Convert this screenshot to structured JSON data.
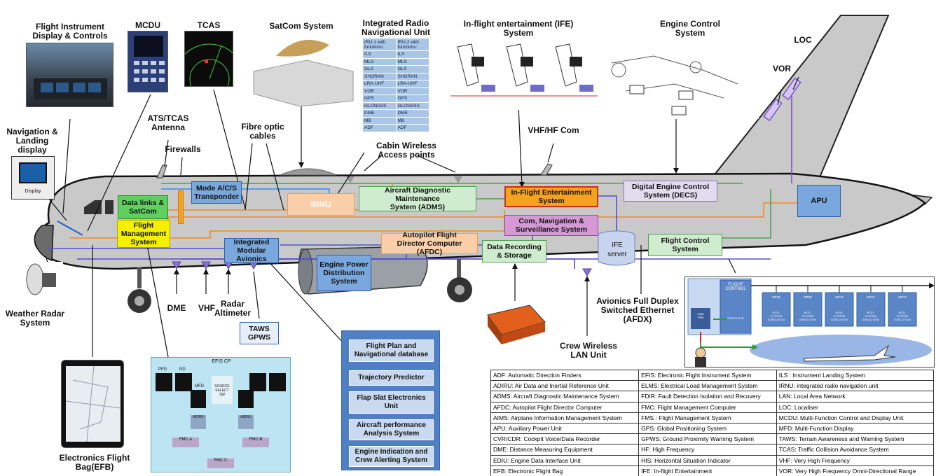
{
  "labels": {
    "fid": "Flight Instrument\nDisplay & Controls",
    "mcdu": "MCDU",
    "tcas": "TCAS",
    "satcom": "SatCom System",
    "irnu_title": "Integrated Radio\nNavigational Unit",
    "ife_title": "In-flight entertainment (IFE)\nSystem",
    "ecs_title": "Engine Control\nSystem",
    "loc": "LOC",
    "vor": "VOR",
    "ats_tcas": "ATS/TCAS\nAntenna",
    "nav_landing": "Navigation &\nLanding\ndisplay",
    "display_caption": "Display",
    "firewalls": "Firewalls",
    "fibre": "Fibre optic\ncables",
    "cabin_wireless": "Cabin Wireless\nAccess points",
    "vhf_hf_com": "VHF/HF Com",
    "weather_radar": "Weather Radar\nSystem",
    "dme": "DME",
    "vhf": "VHF",
    "radar_alt": "Radar\nAltimeter",
    "taws": "TAWS\nGPWS",
    "afdx": "Avionics Full Duplex\nSwitched Ethernet\n(AFDX)",
    "crew_wlan": "Crew Wireless\nLAN Unit",
    "efb": "Electronics Flight\nBag(EFB)",
    "ife_server": "IFE\nserver"
  },
  "boxes": {
    "datalinks": "Data links &\nSatCom",
    "mode_acs": "Mode A/C/S\nTransponder",
    "irnu": "IRNU",
    "adms": "Aircraft Diagnostic Maintenance\nSystem (ADMS)",
    "ifes": "In-Flight Entertainment\nSystem",
    "decs": "Digital Engine Control\nSystem (DECS)",
    "apu": "APU",
    "fms": "Flight\nManagement\nSystem",
    "ima": "Integrated\nModular\nAvionics",
    "afdc": "Autopilot Flight\nDirector Computer (AFDC)",
    "cns": "Com, Navigation &\nSurveillance System",
    "drs": "Data Recording\n& Storage",
    "fcs": "Flight Control\nSystem",
    "epds": "Engine Power\nDistribution\nSystem"
  },
  "radio_table": {
    "header": [
      "IRU-1 with\nfunctions:",
      "IRU-2 with\nfunctions:"
    ],
    "rows": [
      "ILS",
      "MLS",
      "GLS",
      "SHORAN",
      "LRA-UHF",
      "VOR",
      "GPS",
      "GLONASS",
      "DME",
      "MB",
      "ADF"
    ]
  },
  "fmc_items": [
    "Flight Plan and\nNavigational database",
    "Trajectory Predictor",
    "Flap Slat Electronics\nUnit",
    "Aircraft performance\nAnalysis System",
    "Engine Indication and\nCrew Alerting System"
  ],
  "fcs_inset": {
    "flight_control": "FLIGHT\nCONTROL",
    "execution": "EXECUTION",
    "auto_pilot": "Auto\nPilot",
    "prim": [
      "PRIM",
      "PRIM",
      "SEC1",
      "SEC2",
      "SEC3"
    ],
    "units_label": "ROTL\nSYSTEM\nEXECUTION"
  },
  "abbreviations": [
    [
      "ADF: Automatic Direction Finders",
      "EFIS: Electronic Flight Instrument System",
      "ILS : Instrument Landing System"
    ],
    [
      "ADIRU: Air Data and Inertial Reference Unit",
      "ELMS: Electrical Load Management System",
      "IRNU: integrated radio navigation unit"
    ],
    [
      "ADMS: Aircraft Diagnostic Maintenance System",
      "FDIR: Fault Detection Isolation and Recovery",
      "LAN: Local Area Network"
    ],
    [
      "AFDC: Autopilot Flight Director Computer",
      "FMC: Flight Management Computer",
      "LOC: Localiser"
    ],
    [
      "AIMS: Airplane Information Management System",
      "FMS : Flight Management System",
      "MCDU: Multi-Function Control and Display Unit"
    ],
    [
      "APU: Auxiliary Power Unit",
      "GPS: Global Positioning System",
      "MFD: Multi-Function Display"
    ],
    [
      "CVR/CDR: Cockpit Voice/Data Recorder",
      "GPWS: Ground Proximity Warning System",
      "TAWS: Terrain Awareness and Warning System"
    ],
    [
      "DME: Distance Measuring Equipment",
      "HF: High Frequency",
      "TCAS: Traffic Collision Avoidance System"
    ],
    [
      "EDIU: Engine Data Interface Unit",
      "HIS: Horizontal Situation Indicator",
      "VHF: Very High Frequency"
    ],
    [
      "EFB: Electronic Flight Bag",
      "IFE: In-flight Entertainment",
      "VOR: Very High Frequency Omni-Directional Range"
    ]
  ],
  "efis": {
    "title": "EFIS CP",
    "pfd": "PFD",
    "nd": "ND",
    "mfd": "MFD",
    "source": "SOURCE\nSELECT\nSW",
    "adiru": "ADIRU",
    "fmc_a": "FMC A",
    "fmc_b": "FMC B",
    "fmc_c": "FMC C"
  },
  "colors": {
    "fuselage": "#c9c9c9",
    "green": "#5fcf5f",
    "blue_box": "#7aa8dc",
    "yellow": "#f4f000",
    "orange": "#f4a21f",
    "lavender": "#e2dcef",
    "pink": "#d59ad6",
    "peach": "#f9cfa9",
    "light_green": "#cfeccf"
  }
}
